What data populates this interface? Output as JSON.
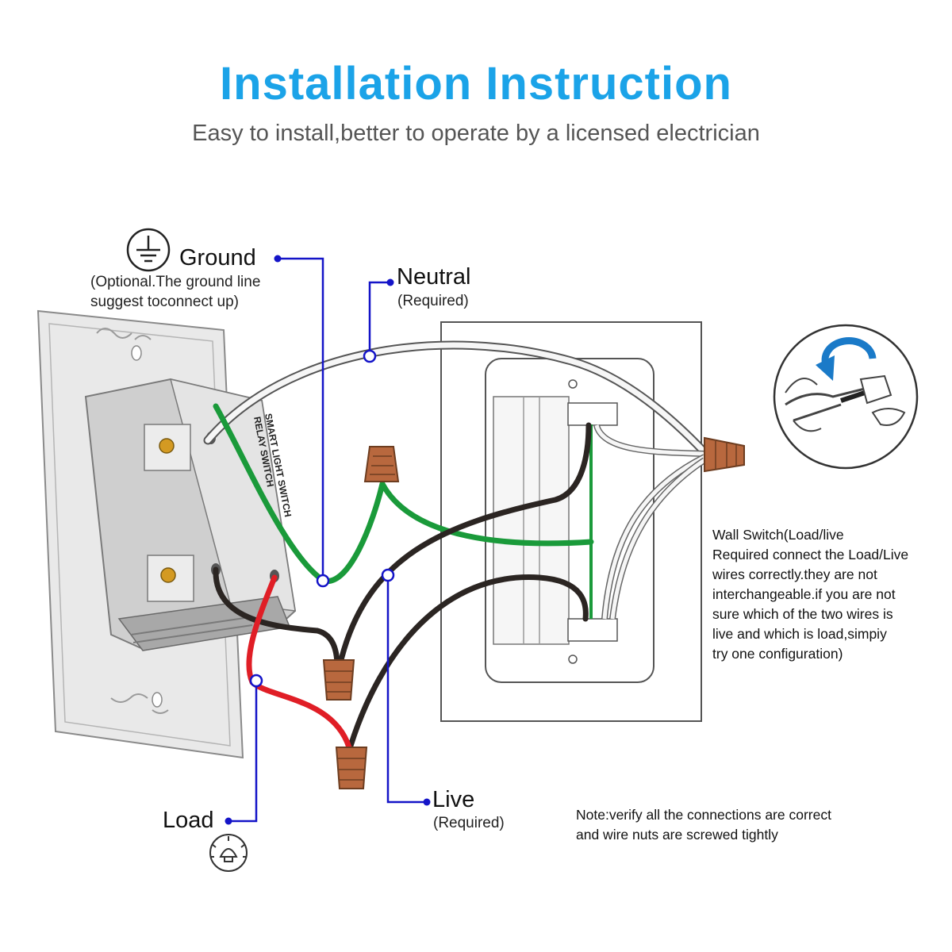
{
  "header": {
    "title": "Installation Instruction",
    "subtitle": "Easy to install,better to operate by a licensed electrician"
  },
  "labels": {
    "ground": "Ground",
    "ground_note_1": "(Optional.The ground line",
    "ground_note_2": "suggest toconnect up)",
    "neutral": "Neutral",
    "neutral_note": "(Required)",
    "live": "Live",
    "live_note": "(Required)",
    "load": "Load",
    "switch_text_1": "SMART LIGHT SWITCH",
    "switch_text_2": "RELAY SWITCH"
  },
  "notes": {
    "wall_switch": [
      "Wall Switch(Load/live",
      "Required connect the Load/Live",
      "wires correctly.they are not",
      "interchangeable.if you are not",
      "sure which of the two wires is",
      "live and which is load,simpiy",
      "try one configuration)"
    ],
    "bottom": [
      "Note:verify all the connections are correct",
      "and wire nuts are screwed tightly"
    ]
  },
  "colors": {
    "title": "#1ba3e8",
    "callout": "#1414c8",
    "ground_wire": "#1a9a3a",
    "live_wire": "#2b2522",
    "load_wire": "#e01e26",
    "neutral_wire": "#f4f4f4",
    "wire_nut": "#b8683e"
  },
  "icons": [
    "ground-symbol-icon",
    "light-bulb-icon",
    "twist-arrow-icon"
  ]
}
